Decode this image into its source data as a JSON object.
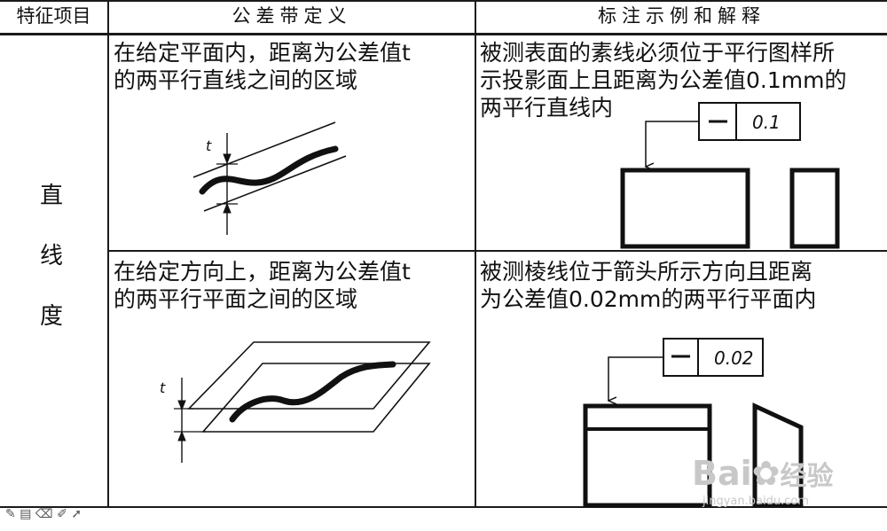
{
  "header": {
    "feature": "特征项目",
    "zone": "公差带定义",
    "example": "标注示例和解释"
  },
  "feature_name": [
    "直",
    "线",
    "度"
  ],
  "rows": [
    {
      "definition": "在给定平面内，距离为公差值t\n的两平行直线之间的区域",
      "explanation": "被测表面的素线必须位于平行图样所\n示投影面上且距离为公差值0.1mm的\n两平行直线内",
      "tolerance_value": "0.1",
      "symbol": "—",
      "t_label": "t"
    },
    {
      "definition": "在给定方向上，距离为公差值t\n的两平行平面之间的区域",
      "explanation": "被测棱线位于箭头所示方向且距离\n为公差值0.02mm的两平行平面内",
      "tolerance_value": "0.02",
      "symbol": "—",
      "t_label": "t"
    }
  ],
  "watermark": {
    "brand": "Bai",
    "brand2": "经验",
    "url": "jingyan.baidu.com"
  }
}
